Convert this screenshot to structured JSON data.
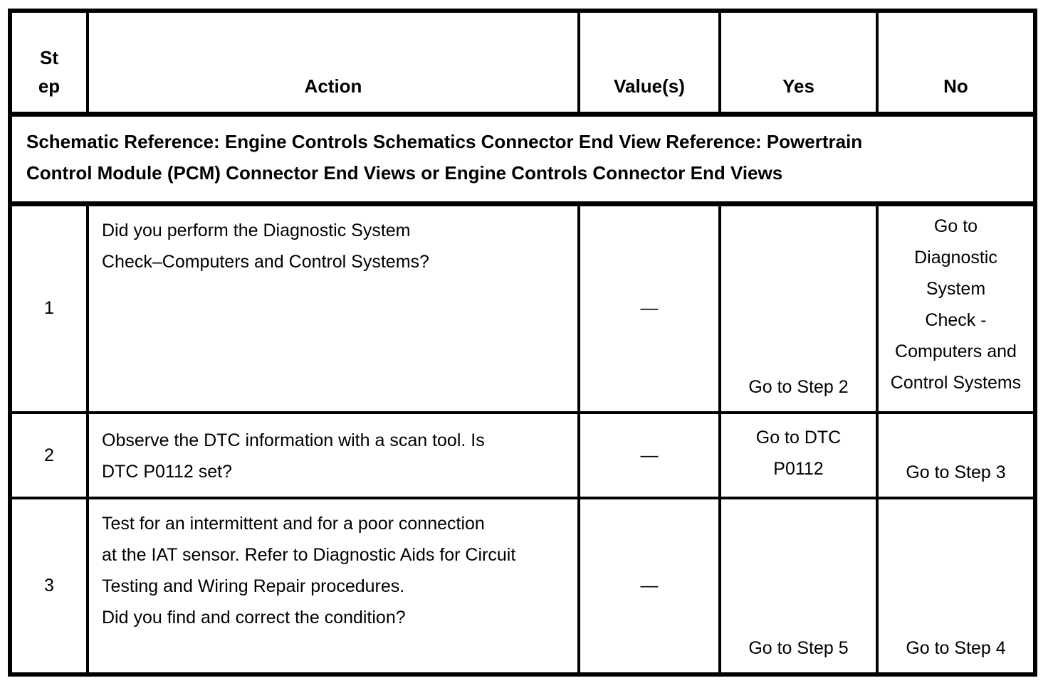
{
  "table": {
    "headers": {
      "step": "St\nep",
      "action": "Action",
      "values": "Value(s)",
      "yes": "Yes",
      "no": "No"
    },
    "schematic_reference": "Schematic Reference: Engine Controls Schematics Connector End View Reference: Powertrain\nControl Module (PCM) Connector End Views or Engine Controls Connector End Views",
    "rows": [
      {
        "step": "1",
        "action": "Did you perform the Diagnostic System\nCheck–Computers and Control Systems?",
        "value": "—",
        "yes": "Go to Step 2",
        "no": "Go to\nDiagnostic\nSystem\nCheck -\nComputers and\nControl Systems"
      },
      {
        "step": "2",
        "action": "Observe the DTC information with a scan tool. Is\nDTC P0112 set?",
        "value": "—",
        "yes": "Go to DTC\nP0112",
        "no": "Go to Step 3"
      },
      {
        "step": "3",
        "action": "Test for an intermittent and for a poor connection\nat the IAT sensor. Refer to Diagnostic Aids for Circuit\nTesting and Wiring Repair procedures.\nDid you find and correct the condition?",
        "value": "—",
        "yes": "Go to Step 5",
        "no": "Go to Step 4"
      }
    ]
  }
}
